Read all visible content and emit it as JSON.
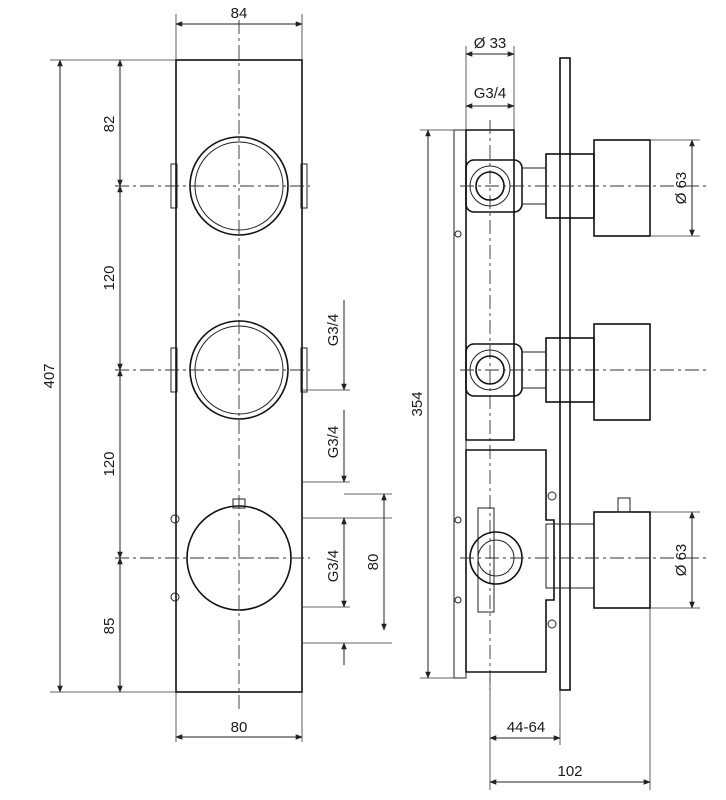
{
  "front_view": {
    "top_width": "84",
    "bottom_width": "80",
    "overall_height": "407",
    "spacing_top": "82",
    "spacing_middle_1": "120",
    "spacing_middle_2": "120",
    "spacing_bottom": "85",
    "outlet_label_1": "G3/4",
    "outlet_label_2": "G3/4",
    "outlet_label_3": "G3/4",
    "outlet_spacing": "80"
  },
  "side_view": {
    "pipe_diameter": "Ø 33",
    "pipe_thread": "G3/4",
    "body_height": "354",
    "handle_diameter_1": "Ø 63",
    "handle_diameter_2": "Ø 63",
    "install_depth": "44-64",
    "overall_depth": "102"
  },
  "colors": {
    "line": "#222222",
    "background": "#ffffff"
  }
}
